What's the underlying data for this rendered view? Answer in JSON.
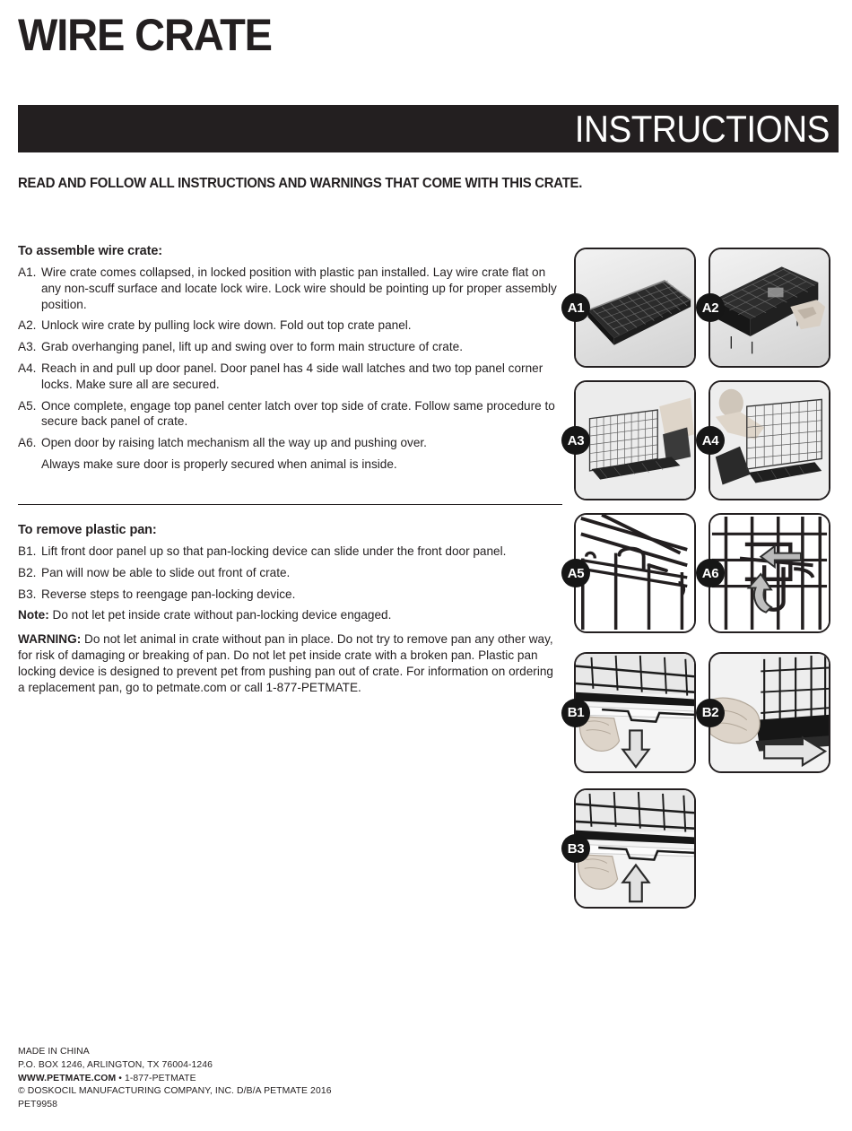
{
  "header": {
    "title": "WIRE CRATE",
    "bar_label": "INSTRUCTIONS",
    "read_follow": "READ AND FOLLOW ALL INSTRUCTIONS AND WARNINGS THAT COME WITH THIS CRATE."
  },
  "assemble": {
    "heading": "To assemble wire crate:",
    "steps": [
      {
        "label": "A1.",
        "text": "Wire crate comes collapsed, in locked position with plastic pan installed. Lay wire crate flat on any non-scuff surface and locate lock wire. Lock wire should be pointing up for proper assembly position."
      },
      {
        "label": "A2.",
        "text": "Unlock wire crate by pulling lock wire down. Fold out top crate panel."
      },
      {
        "label": "A3.",
        "text": "Grab overhanging panel, lift up and swing over to form main structure of crate."
      },
      {
        "label": "A4.",
        "text": "Reach in and pull up door panel. Door panel has 4 side wall latches and two top panel corner locks. Make sure all are secured."
      },
      {
        "label": "A5.",
        "text": "Once complete, engage top panel center latch over top side of crate. Follow same procedure to secure back panel of crate."
      },
      {
        "label": "A6.",
        "text": "Open door by raising latch mechanism all the way up and pushing over."
      }
    ],
    "closing_note": "Always make sure door is properly secured when animal is inside."
  },
  "pan": {
    "heading": "To remove plastic pan:",
    "steps": [
      {
        "label": "B1.",
        "text": "Lift front door panel up so that pan-locking device can slide under the front door panel."
      },
      {
        "label": "B2.",
        "text": "Pan will now be able to slide out front of crate."
      },
      {
        "label": "B3.",
        "text": "Reverse steps to reengage pan-locking device."
      }
    ],
    "note_label": "Note:",
    "note_text": " Do not let pet inside crate without pan-locking device engaged.",
    "warning_label": "WARNING:",
    "warning_text": " Do not let animal in crate without pan in place. Do not try to remove pan any other way, for risk of damaging or breaking of pan. Do not let pet inside crate with a broken pan. Plastic pan locking device is designed to prevent pet from pushing pan out of crate. For information on ordering a replacement pan, go to petmate.com or call 1-877-PETMATE."
  },
  "figures": [
    {
      "badge": "A1",
      "kind": "photo-crate-flat"
    },
    {
      "badge": "A2",
      "kind": "photo-crate-unfold"
    },
    {
      "badge": "A3",
      "kind": "photo-crate-swing"
    },
    {
      "badge": "A4",
      "kind": "photo-crate-door"
    },
    {
      "badge": "A5",
      "kind": "lineart-latch-top"
    },
    {
      "badge": "A6",
      "kind": "lineart-latch-door"
    },
    {
      "badge": "B1",
      "kind": "photo-pan-lock"
    },
    {
      "badge": "B2",
      "kind": "photo-pan-slide"
    },
    {
      "badge": "B3",
      "kind": "photo-pan-reengage"
    }
  ],
  "footer": {
    "made_in": "MADE IN CHINA",
    "address": "P.O. BOX 1246, ARLINGTON, TX  76004-1246",
    "website": "WWW.PETMATE.COM",
    "separator": " • ",
    "phone": "1-877-PETMATE",
    "copyright": "© DOSKOCIL MANUFACTURING COMPANY, INC. D/B/A PETMATE 2016",
    "part_number": "PET9958"
  },
  "colors": {
    "ink": "#231f20",
    "badge": "#161616",
    "paper": "#ffffff"
  }
}
